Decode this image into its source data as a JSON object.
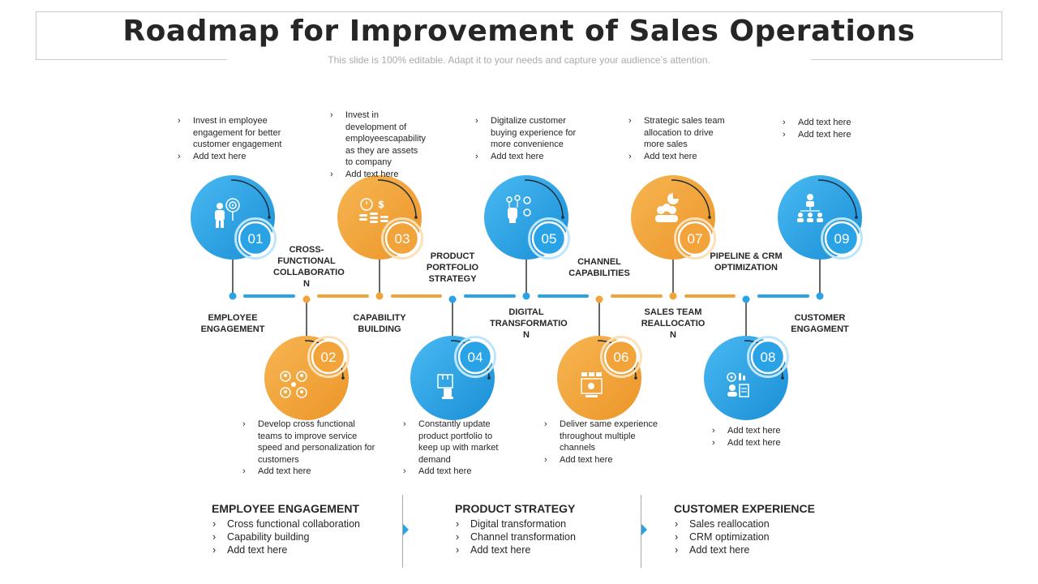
{
  "header": {
    "title": "Roadmap for Improvement  of Sales Operations",
    "subtitle": "This slide is 100% editable. Adapt it to your needs and capture your audience’s attention."
  },
  "colors": {
    "blue": "#29a3e6",
    "orange": "#f2a33a",
    "dark": "#262626"
  },
  "stages": [
    {
      "number": "01",
      "label": "EMPLOYEE ENGAGEMENT",
      "icon": "person-target-icon",
      "bullets": [
        "Invest in employee engagement for better customer engagement",
        "Add text here"
      ]
    },
    {
      "number": "02",
      "label": "CROSS-FUNCTIONAL COLLABORATIO N",
      "icon": "network-people-icon",
      "bullets": [
        "Develop cross functional teams to improve service speed and personalization for customers",
        "Add text here"
      ]
    },
    {
      "number": "03",
      "label": "CAPABILITY BUILDING",
      "icon": "money-timer-icon",
      "bullets": [
        "Invest in development of employeescapability as they are assets to company",
        "Add text here"
      ]
    },
    {
      "number": "04",
      "label": "PRODUCT PORTFOLIO STRATEGY",
      "icon": "product-box-icon",
      "bullets": [
        "Constantly update product portfolio to keep up with market demand",
        "Add text here"
      ]
    },
    {
      "number": "05",
      "label": "DIGITAL TRANSFORMATIO N",
      "icon": "digital-hand-icon",
      "bullets": [
        "Digitalize customer buying experience for more convenience",
        "Add text here"
      ]
    },
    {
      "number": "06",
      "label": "CHANNEL CAPABILITIES",
      "icon": "channel-screen-icon",
      "bullets": [
        "Deliver same experience throughout multiple channels",
        "Add text here"
      ]
    },
    {
      "number": "07",
      "label": "SALES TEAM REALLOCATIO N",
      "icon": "team-chart-icon",
      "bullets": [
        "Strategic sales team allocation to drive more sales",
        "Add text here"
      ]
    },
    {
      "number": "08",
      "label": "PIPELINE & CRM OPTIMIZATION",
      "icon": "analytics-report-icon",
      "bullets": [
        "Add text here",
        "Add text here"
      ]
    },
    {
      "number": "09",
      "label": "CUSTOMER ENGAGMENT",
      "icon": "hierarchy-people-icon",
      "bullets": [
        "Add text here",
        "Add text here"
      ]
    }
  ],
  "summary": [
    {
      "title": "EMPLOYEE ENGAGEMENT",
      "items": [
        "Cross functional collaboration",
        "Capability building",
        "Add text here"
      ]
    },
    {
      "title": "PRODUCT STRATEGY",
      "items": [
        "Digital transformation",
        "Channel transformation",
        "Add text here"
      ]
    },
    {
      "title": "CUSTOMER EXPERIENCE",
      "items": [
        "Sales reallocation",
        "CRM optimization",
        "Add text here"
      ]
    }
  ]
}
